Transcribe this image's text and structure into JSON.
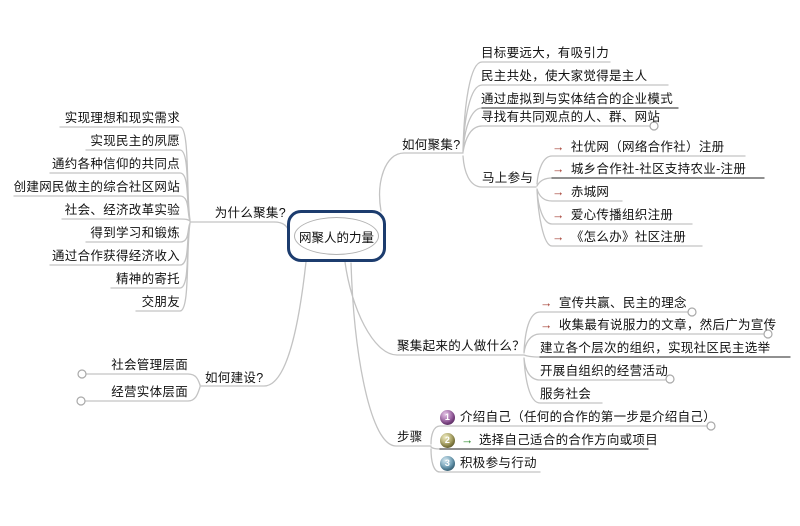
{
  "root": {
    "label": "网聚人的力量"
  },
  "branches": {
    "why": {
      "label": "为什么聚集?",
      "items": [
        "实现理想和现实需求",
        "实现民主的夙愿",
        "通约各种信仰的共同点",
        "创建网民做主的综合社区网站",
        "社会、经济改革实验",
        "得到学习和锻炼",
        "通过合作获得经济收入",
        "精神的寄托",
        "交朋友"
      ]
    },
    "build": {
      "label": "如何建设?",
      "items": [
        "社会管理层面",
        "经营实体层面"
      ]
    },
    "gather": {
      "label": "如何聚集?",
      "items": [
        "目标要远大，有吸引力",
        "民主共处，使大家觉得是主人",
        "通过虚拟到与实体结合的企业模式",
        "寻找有共同观点的人、群、网站"
      ],
      "join_now": {
        "label": "马上参与",
        "items": [
          "社优网（网络合作社）注册",
          "城乡合作社-社区支持农业-注册",
          "赤城网",
          "爱心传播组织注册",
          "《怎么办》社区注册"
        ]
      }
    },
    "actions": {
      "label": "聚集起来的人做什么？",
      "items": [
        "宣传共赢、民主的理念",
        "收集最有说服力的文章，然后广为宣传",
        "建立各个层次的组织，实现社区民主选举",
        "开展自组织的经营活动",
        "服务社会"
      ]
    },
    "steps": {
      "label": "步骤",
      "items": [
        {
          "num": "1",
          "label": "介绍自己（任何的合作的第一步是介绍自己）"
        },
        {
          "num": "2",
          "label": "选择自己适合的合作方向或项目"
        },
        {
          "num": "3",
          "label": "积极参与行动"
        }
      ]
    }
  },
  "icons": {
    "red_arrow": "→",
    "green_arrow": "→"
  },
  "colors": {
    "root_border": "#1c3c6e",
    "connector": "#c3c3c3",
    "link_underline": "#4d4d4d",
    "red_arrow": "#a23b2f",
    "green_arrow": "#2e8b2e",
    "step1_ball": "#8e4f96",
    "step2_ball": "#9a9351",
    "step3_ball": "#5e93ad"
  }
}
